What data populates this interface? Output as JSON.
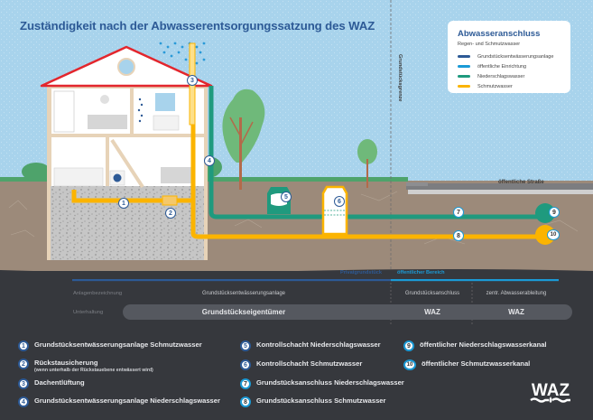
{
  "title": "Zuständigkeit nach der Abwasserentsorgungssatzung des WAZ",
  "legend": {
    "title": "Abwasseranschluss",
    "subtitle": "Regen- und Schmutzwasser",
    "entries": [
      {
        "label": "Grundstücksentwässerungsanlage",
        "color": "#2d5a96"
      },
      {
        "label": "öffentliche Einrichtung",
        "color": "#1b9ad6"
      },
      {
        "label": "Niederschlagswasser",
        "color": "#1f9a7e"
      },
      {
        "label": "Schmutzwasser",
        "color": "#fbb400"
      }
    ]
  },
  "diagram": {
    "boundary_label": "Grundstücksgrenze",
    "street_label": "öffentliche Straße",
    "markers": [
      "1",
      "2",
      "3",
      "4",
      "5",
      "6",
      "7",
      "8",
      "9",
      "10"
    ]
  },
  "zones": {
    "private": "Privatgrundstück",
    "public": "öffentlicher Bereich"
  },
  "table": {
    "row1_label": "Anlagenbezeichnung",
    "row2_label": "Unterhaltung",
    "columns": [
      {
        "anlage": "Grundstücksentwässerungsanlage",
        "unterhaltung": "Grundstückseigentümer"
      },
      {
        "anlage": "Grundstücksanschluss",
        "unterhaltung": "WAZ"
      },
      {
        "anlage": "zentr. Abwasserableitung",
        "unterhaltung": "WAZ"
      }
    ]
  },
  "items": [
    {
      "num": "1",
      "label": "Grundstücksentwässerungsanlage Schmutzwasser",
      "note": ""
    },
    {
      "num": "2",
      "label": "Rückstausicherung",
      "note": "(wenn unterhalb der Rückstauebene entwässert wird)"
    },
    {
      "num": "3",
      "label": "Dachentlüftung",
      "note": ""
    },
    {
      "num": "4",
      "label": "Grundstücksentwässerungsanlage Niederschlagswasser",
      "note": ""
    },
    {
      "num": "5",
      "label": "Kontrollschacht Niederschlagswasser",
      "note": ""
    },
    {
      "num": "6",
      "label": "Kontrollschacht Schmutzwasser",
      "note": ""
    },
    {
      "num": "7",
      "label": "Grundstücksanschluss Niederschlagswasser",
      "note": ""
    },
    {
      "num": "8",
      "label": "Grundstücksanschluss Schmutzwasser",
      "note": ""
    },
    {
      "num": "9",
      "label": "öffentlicher Niederschlagswasserkanal",
      "note": ""
    },
    {
      "num": "10",
      "label": "öffentlicher Schmutzwasserkanal",
      "note": ""
    }
  ],
  "logo": {
    "text": "WAZ"
  },
  "colors": {
    "sky": "#a8d3ec",
    "soil": "#9c8a7a",
    "grass": "#4ea36b",
    "dark_panel": "#36383d",
    "roof": "#e3262d",
    "private_blue": "#2d5a96",
    "public_blue": "#1b9ad6"
  }
}
